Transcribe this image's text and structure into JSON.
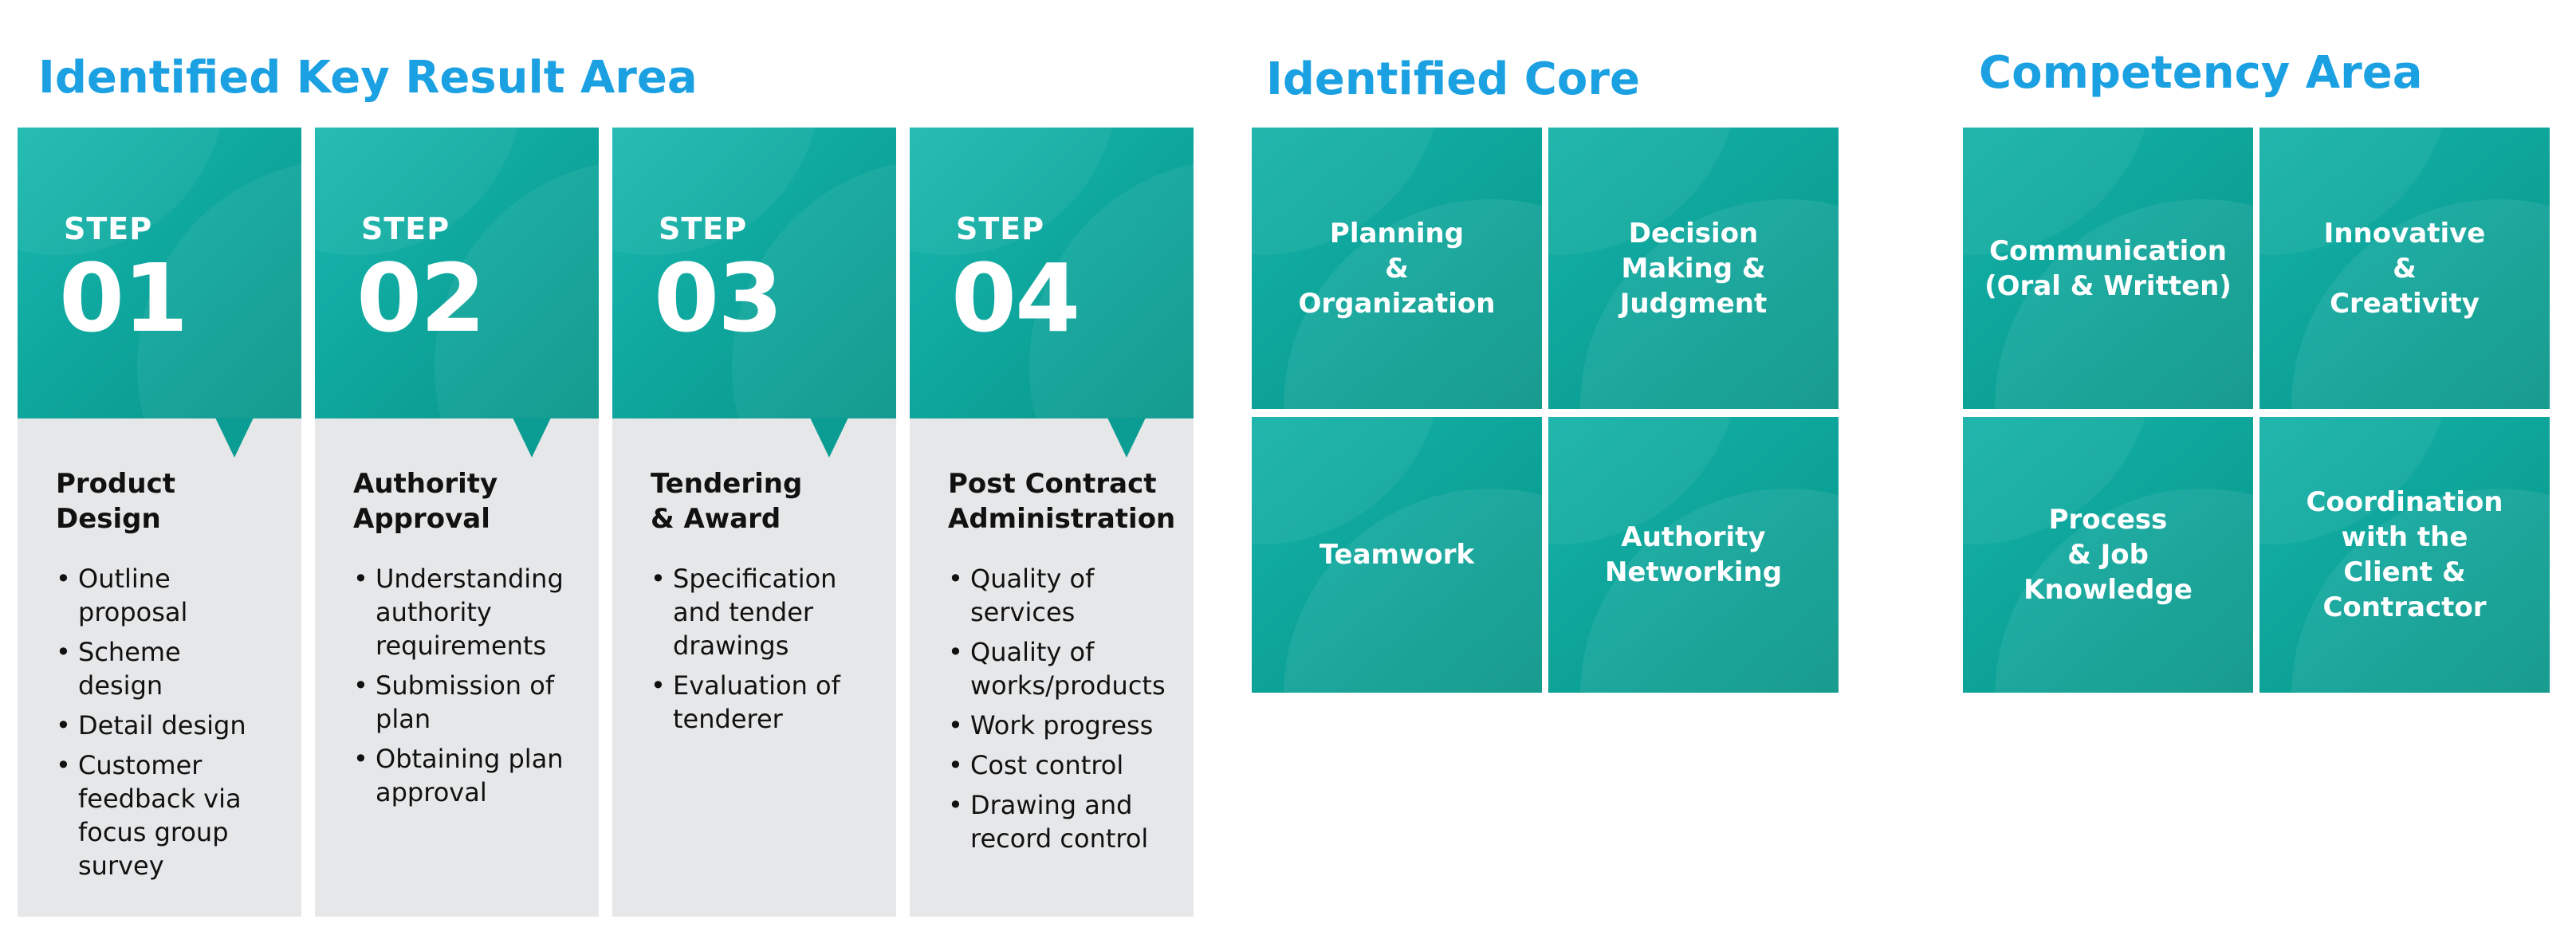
{
  "sections": {
    "key_result_area_title": "Identified Key Result Area",
    "core_title": "Identified Core",
    "competency_title": "Competency Area"
  },
  "steps": [
    {
      "word": "STEP",
      "number": "01",
      "title_lines": [
        "Product",
        "Design"
      ],
      "items": [
        [
          "Outline",
          "proposal"
        ],
        [
          "Scheme",
          "design"
        ],
        [
          "Detail design"
        ],
        [
          "Customer",
          "feedback via",
          "focus group",
          "survey"
        ]
      ]
    },
    {
      "word": "STEP",
      "number": "02",
      "title_lines": [
        "Authority",
        "Approval"
      ],
      "items": [
        [
          "Understanding",
          "authority",
          "requirements"
        ],
        [
          "Submission of",
          "plan"
        ],
        [
          "Obtaining plan",
          "approval"
        ]
      ]
    },
    {
      "word": "STEP",
      "number": "03",
      "title_lines": [
        "Tendering",
        "& Award"
      ],
      "items": [
        [
          "Specification",
          "and tender",
          "drawings"
        ],
        [
          "Evaluation of",
          "tenderer"
        ]
      ]
    },
    {
      "word": "STEP",
      "number": "04",
      "title_lines": [
        "Post Contract",
        "Administration"
      ],
      "items": [
        [
          "Quality of",
          "services"
        ],
        [
          "Quality of",
          "works/products"
        ],
        [
          "Work progress"
        ],
        [
          "Cost control"
        ],
        [
          "Drawing and",
          "record control"
        ]
      ]
    }
  ],
  "bullet": "•",
  "core_tiles": [
    [
      "Planning",
      "&",
      "Organization"
    ],
    [
      "Decision",
      "Making &",
      "Judgment"
    ],
    [
      "Teamwork"
    ],
    [
      "Authority",
      "Networking"
    ]
  ],
  "competency_tiles": [
    [
      "Communication",
      "(Oral & Written)"
    ],
    [
      "Innovative",
      "&",
      "Creativity"
    ],
    [
      "Process",
      "& Job",
      "Knowledge"
    ],
    [
      "Coordination",
      "with the",
      "Client &",
      "Contractor"
    ]
  ]
}
